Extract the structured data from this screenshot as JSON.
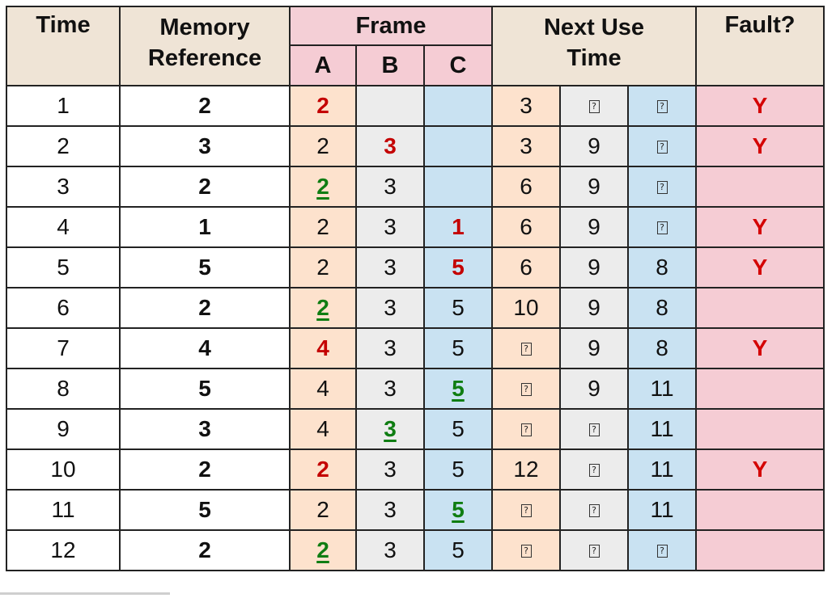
{
  "headers": {
    "time": "Time",
    "memory_reference": [
      "Memory",
      "Reference"
    ],
    "frame": "Frame",
    "frame_cols": [
      "A",
      "B",
      "C"
    ],
    "next_use": [
      "Next Use",
      "Time"
    ],
    "fault": "Fault?"
  },
  "colors": {
    "frame_a": "#fde2cd",
    "frame_b": "#ececec",
    "frame_c": "#c9e2f2",
    "fault_col": "#f5ccd4",
    "header": "#efe4d6",
    "frame_header": "#f4cfd6",
    "loaded_red": "#c40000",
    "hit_green": "#0f7d12"
  },
  "rows": [
    {
      "time": "1",
      "ref": "2",
      "frames": [
        {
          "v": "2",
          "s": "new"
        },
        {
          "v": "",
          "s": ""
        },
        {
          "v": "",
          "s": ""
        }
      ],
      "next": [
        "3",
        "?",
        "?"
      ],
      "fault": "Y"
    },
    {
      "time": "2",
      "ref": "3",
      "frames": [
        {
          "v": "2",
          "s": ""
        },
        {
          "v": "3",
          "s": "new"
        },
        {
          "v": "",
          "s": ""
        }
      ],
      "next": [
        "3",
        "9",
        "?"
      ],
      "fault": "Y"
    },
    {
      "time": "3",
      "ref": "2",
      "frames": [
        {
          "v": "2",
          "s": "hit"
        },
        {
          "v": "3",
          "s": ""
        },
        {
          "v": "",
          "s": ""
        }
      ],
      "next": [
        "6",
        "9",
        "?"
      ],
      "fault": ""
    },
    {
      "time": "4",
      "ref": "1",
      "frames": [
        {
          "v": "2",
          "s": ""
        },
        {
          "v": "3",
          "s": ""
        },
        {
          "v": "1",
          "s": "new"
        }
      ],
      "next": [
        "6",
        "9",
        "?"
      ],
      "fault": "Y"
    },
    {
      "time": "5",
      "ref": "5",
      "frames": [
        {
          "v": "2",
          "s": ""
        },
        {
          "v": "3",
          "s": ""
        },
        {
          "v": "5",
          "s": "new"
        }
      ],
      "next": [
        "6",
        "9",
        "8"
      ],
      "fault": "Y"
    },
    {
      "time": "6",
      "ref": "2",
      "frames": [
        {
          "v": "2",
          "s": "hit"
        },
        {
          "v": "3",
          "s": ""
        },
        {
          "v": "5",
          "s": ""
        }
      ],
      "next": [
        "10",
        "9",
        "8"
      ],
      "fault": ""
    },
    {
      "time": "7",
      "ref": "4",
      "frames": [
        {
          "v": "4",
          "s": "new"
        },
        {
          "v": "3",
          "s": ""
        },
        {
          "v": "5",
          "s": ""
        }
      ],
      "next": [
        "?",
        "9",
        "8"
      ],
      "fault": "Y"
    },
    {
      "time": "8",
      "ref": "5",
      "frames": [
        {
          "v": "4",
          "s": ""
        },
        {
          "v": "3",
          "s": ""
        },
        {
          "v": "5",
          "s": "hit"
        }
      ],
      "next": [
        "?",
        "9",
        "11"
      ],
      "fault": ""
    },
    {
      "time": "9",
      "ref": "3",
      "frames": [
        {
          "v": "4",
          "s": ""
        },
        {
          "v": "3",
          "s": "hit"
        },
        {
          "v": "5",
          "s": ""
        }
      ],
      "next": [
        "?",
        "?",
        "11"
      ],
      "fault": ""
    },
    {
      "time": "10",
      "ref": "2",
      "frames": [
        {
          "v": "2",
          "s": "new"
        },
        {
          "v": "3",
          "s": ""
        },
        {
          "v": "5",
          "s": ""
        }
      ],
      "next": [
        "12",
        "?",
        "11"
      ],
      "fault": "Y"
    },
    {
      "time": "11",
      "ref": "5",
      "frames": [
        {
          "v": "2",
          "s": ""
        },
        {
          "v": "3",
          "s": ""
        },
        {
          "v": "5",
          "s": "hit"
        }
      ],
      "next": [
        "?",
        "?",
        "11"
      ],
      "fault": ""
    },
    {
      "time": "12",
      "ref": "2",
      "frames": [
        {
          "v": "2",
          "s": "hit"
        },
        {
          "v": "3",
          "s": ""
        },
        {
          "v": "5",
          "s": ""
        }
      ],
      "next": [
        "?",
        "?",
        "?"
      ],
      "fault": ""
    }
  ]
}
